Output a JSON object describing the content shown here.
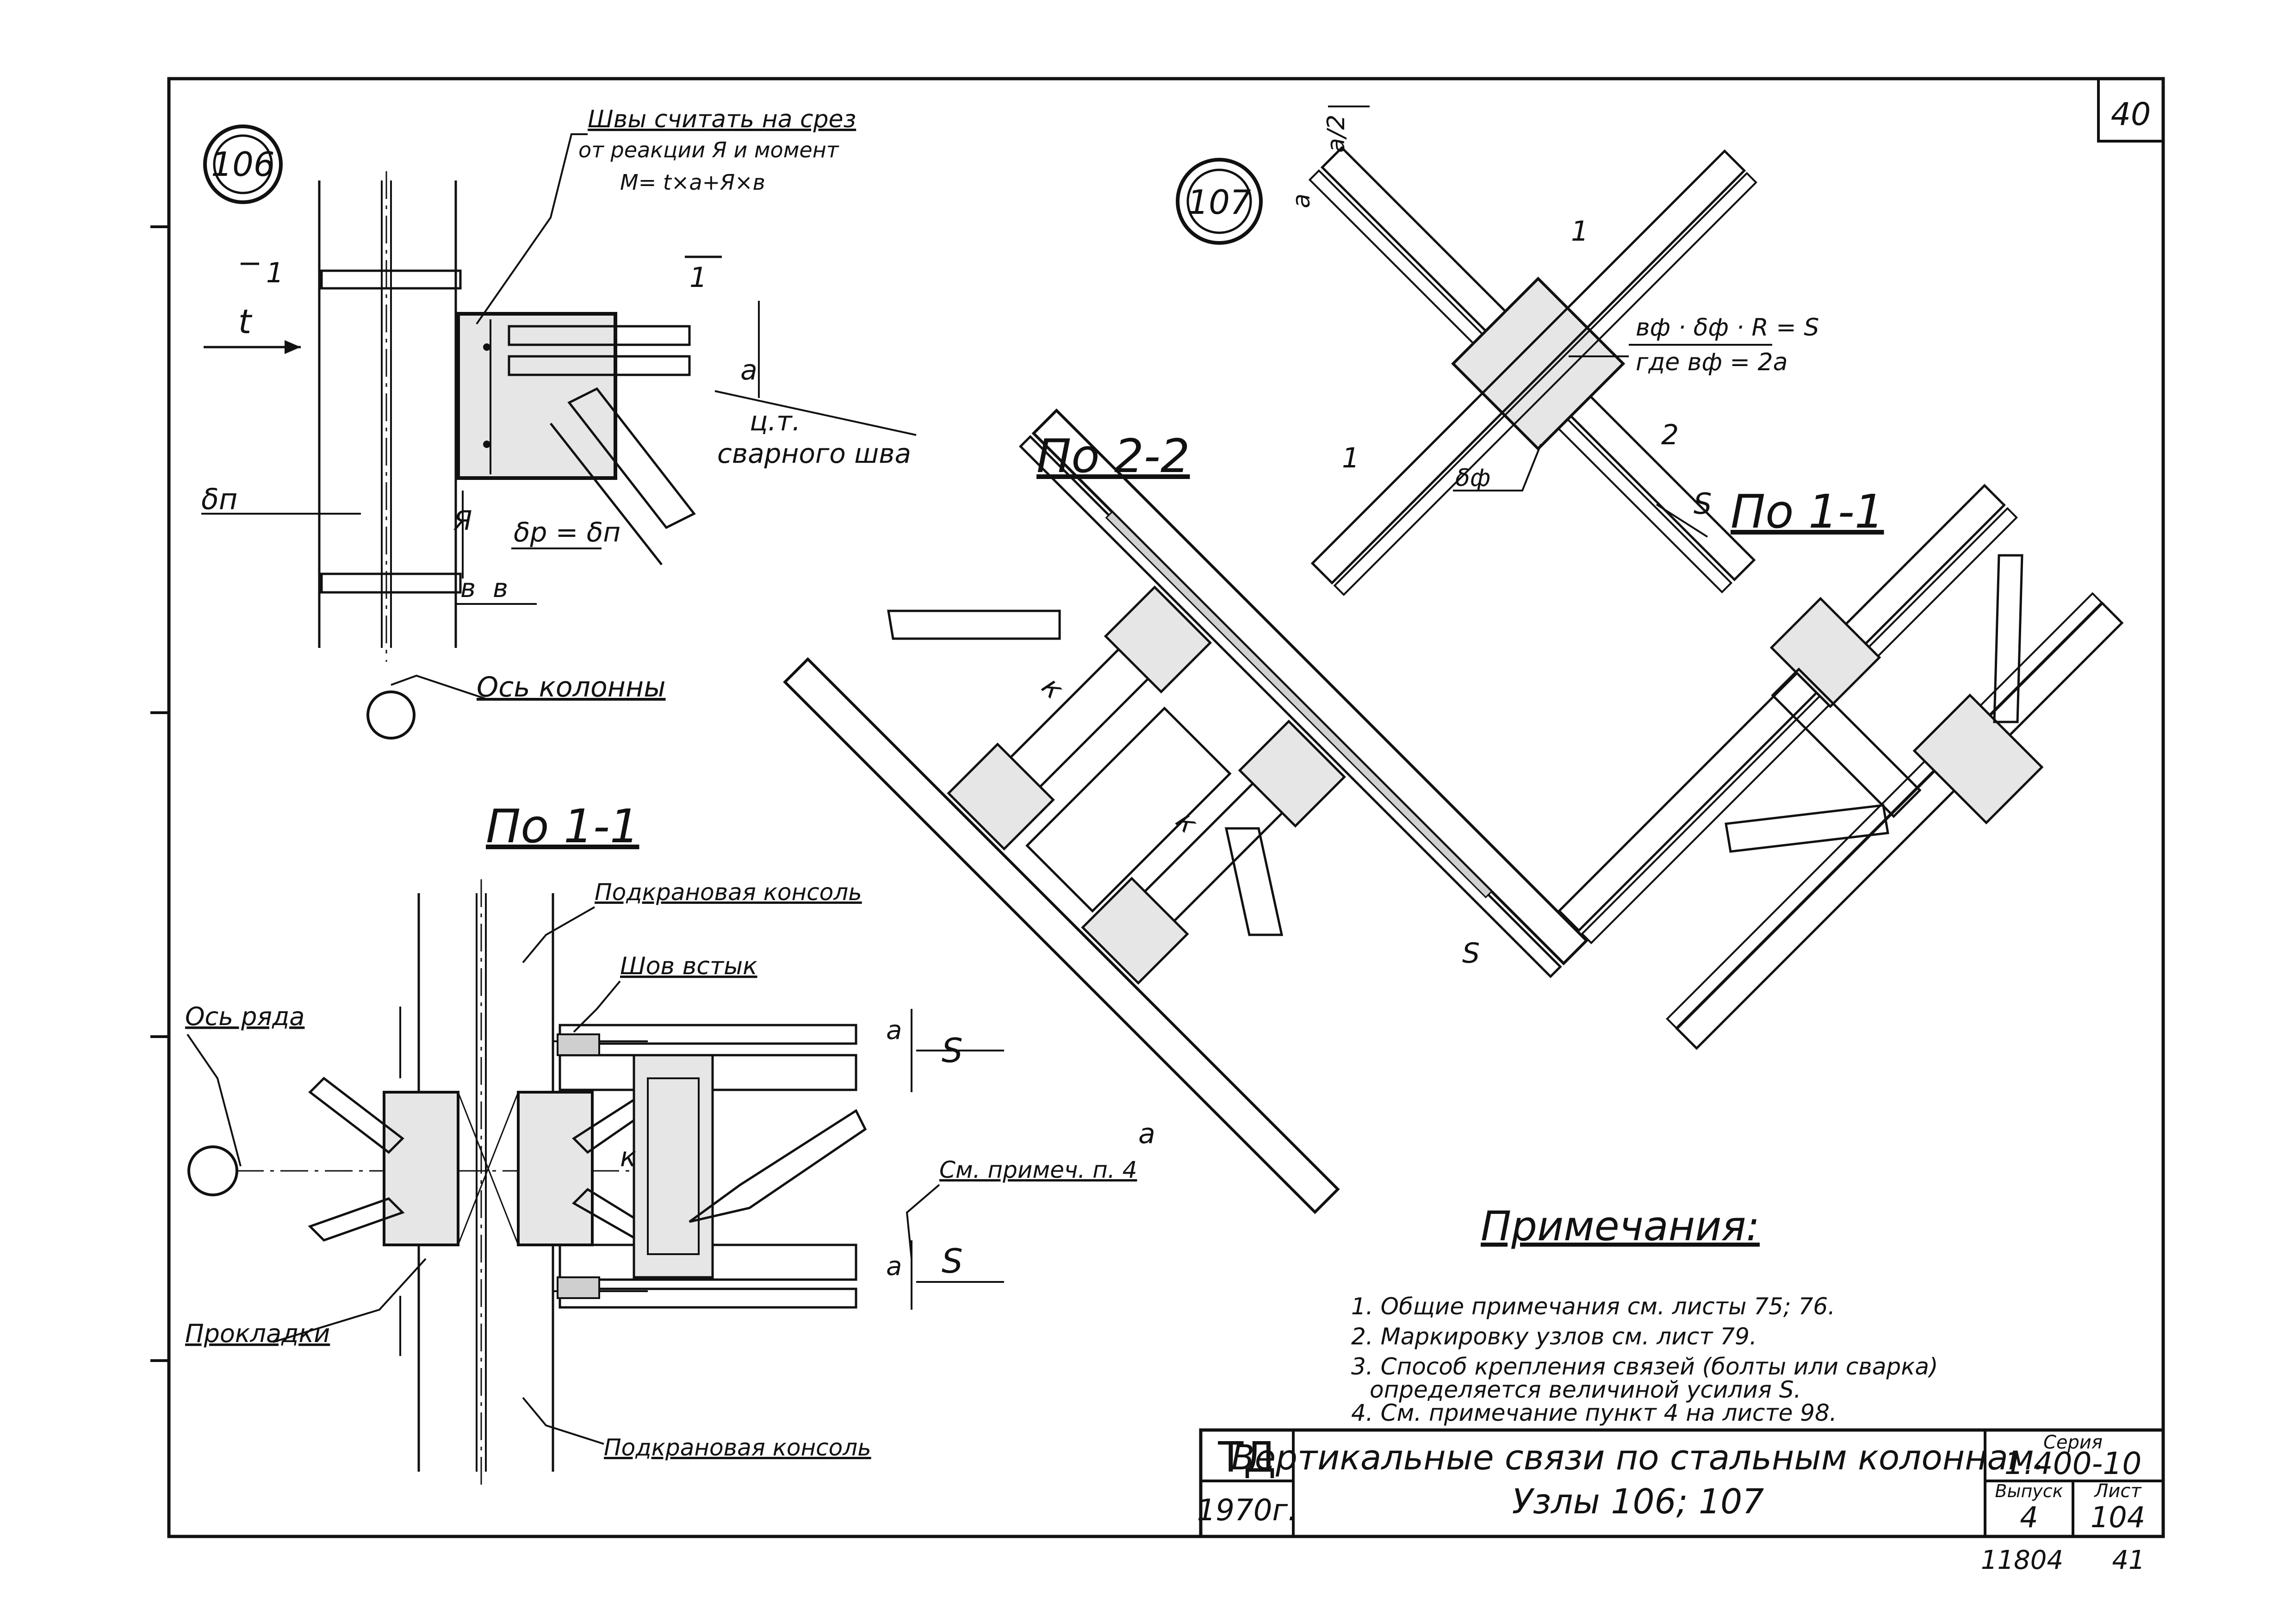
{
  "sheet": {
    "sheet_number_top": "40",
    "bottom_number_left": "11804",
    "bottom_number_right": "41"
  },
  "node106": {
    "id": "106",
    "weld_note_line1": "Швы считать на срез",
    "weld_note_line2": "от реакции Я и момент",
    "weld_note_line3": "М= t×a+Я×в",
    "t_label": "t",
    "section_mark": "1",
    "a_label": "а",
    "center_label": "ц.т.",
    "weld_label": "сварного шва",
    "dp_label": "δп",
    "ya_label": "Я",
    "dr_label": "δр = δп",
    "v1_label": "в",
    "v2_label": "в",
    "axis_label": "Ось колонны"
  },
  "section11_left": {
    "title": "По 1-1",
    "console_top": "Подкрановая консоль",
    "butt_weld": "Шов встык",
    "row_axis": "Ось ряда",
    "s_label": "S",
    "a_label": "а",
    "k_label": "к",
    "see_note": "См. примеч. п. 4",
    "spacers": "Прокладки",
    "console_bottom": "Подкрановая консоль"
  },
  "section22": {
    "title": "По 2-2",
    "k1": "к",
    "k2": "к",
    "a_label": "а",
    "s_label": "S"
  },
  "node107": {
    "id": "107",
    "a_label": "а",
    "a2_label": "а/2",
    "mark1": "1",
    "mark2": "2",
    "formula_line1": "вф · δф · R = S",
    "formula_line2": "где вф = 2а",
    "df_label": "δф",
    "s_label": "S"
  },
  "section11_right": {
    "title": "По 1-1"
  },
  "notes": {
    "title": "Примечания:",
    "items": [
      "1. Общие примечания см. листы 75; 76.",
      "2. Маркировку узлов см. лист 79.",
      "3. Способ крепления связей (болты или сварка)",
      "определяется величиной усилия S.",
      "4. См. примечание пункт 4 на листе 98."
    ]
  },
  "title_block": {
    "org": "ТД",
    "year": "1970г.",
    "title_line1": "Вертикальные связи по стальным колоннам.",
    "title_line2": "Узлы 106; 107",
    "series_label": "Серия",
    "series_value": "1.400-10",
    "issue_label": "Выпуск",
    "issue_value": "4",
    "sheet_label": "Лист",
    "sheet_value": "104"
  }
}
